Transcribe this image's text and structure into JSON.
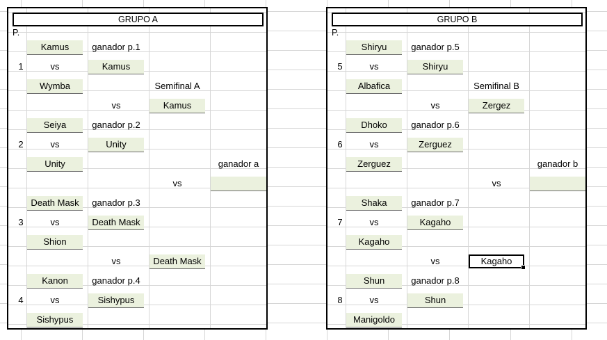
{
  "group_a": {
    "title": "GRUPO A",
    "p_label": "P.",
    "numbers": [
      "1",
      "2",
      "3",
      "4"
    ],
    "round1": [
      "Kamus",
      "Wymba",
      "Seiya",
      "Unity",
      "Death Mask",
      "Shion",
      "Kanon",
      "Sishypus"
    ],
    "winner_labels": [
      "ganador p.1",
      "ganador p.2",
      "ganador p.3",
      "ganador p.4"
    ],
    "winners": [
      "Kamus",
      "Unity",
      "Death Mask",
      "Sishypus"
    ],
    "semifinal_label": "Semifinal A",
    "semifinals": [
      "Kamus",
      "Death Mask"
    ],
    "final_label": "ganador a",
    "final_value": "",
    "vs": "vs"
  },
  "group_b": {
    "title": "GRUPO B",
    "p_label": "P.",
    "numbers": [
      "5",
      "6",
      "7",
      "8"
    ],
    "round1": [
      "Shiryu",
      "Albafica",
      "Dhoko",
      "Zerguez",
      "Shaka",
      "Kagaho",
      "Shun",
      "Manigoldo"
    ],
    "winner_labels": [
      "ganador p.5",
      "ganador p.6",
      "ganador p.7",
      "ganador p.8"
    ],
    "winners": [
      "Shiryu",
      "Zerguez",
      "Kagaho",
      "Shun"
    ],
    "semifinal_label": "Semifinal B",
    "semifinals": [
      "Zergez",
      "Kagaho"
    ],
    "final_label": "ganador b",
    "final_value": "",
    "vs": "vs"
  }
}
